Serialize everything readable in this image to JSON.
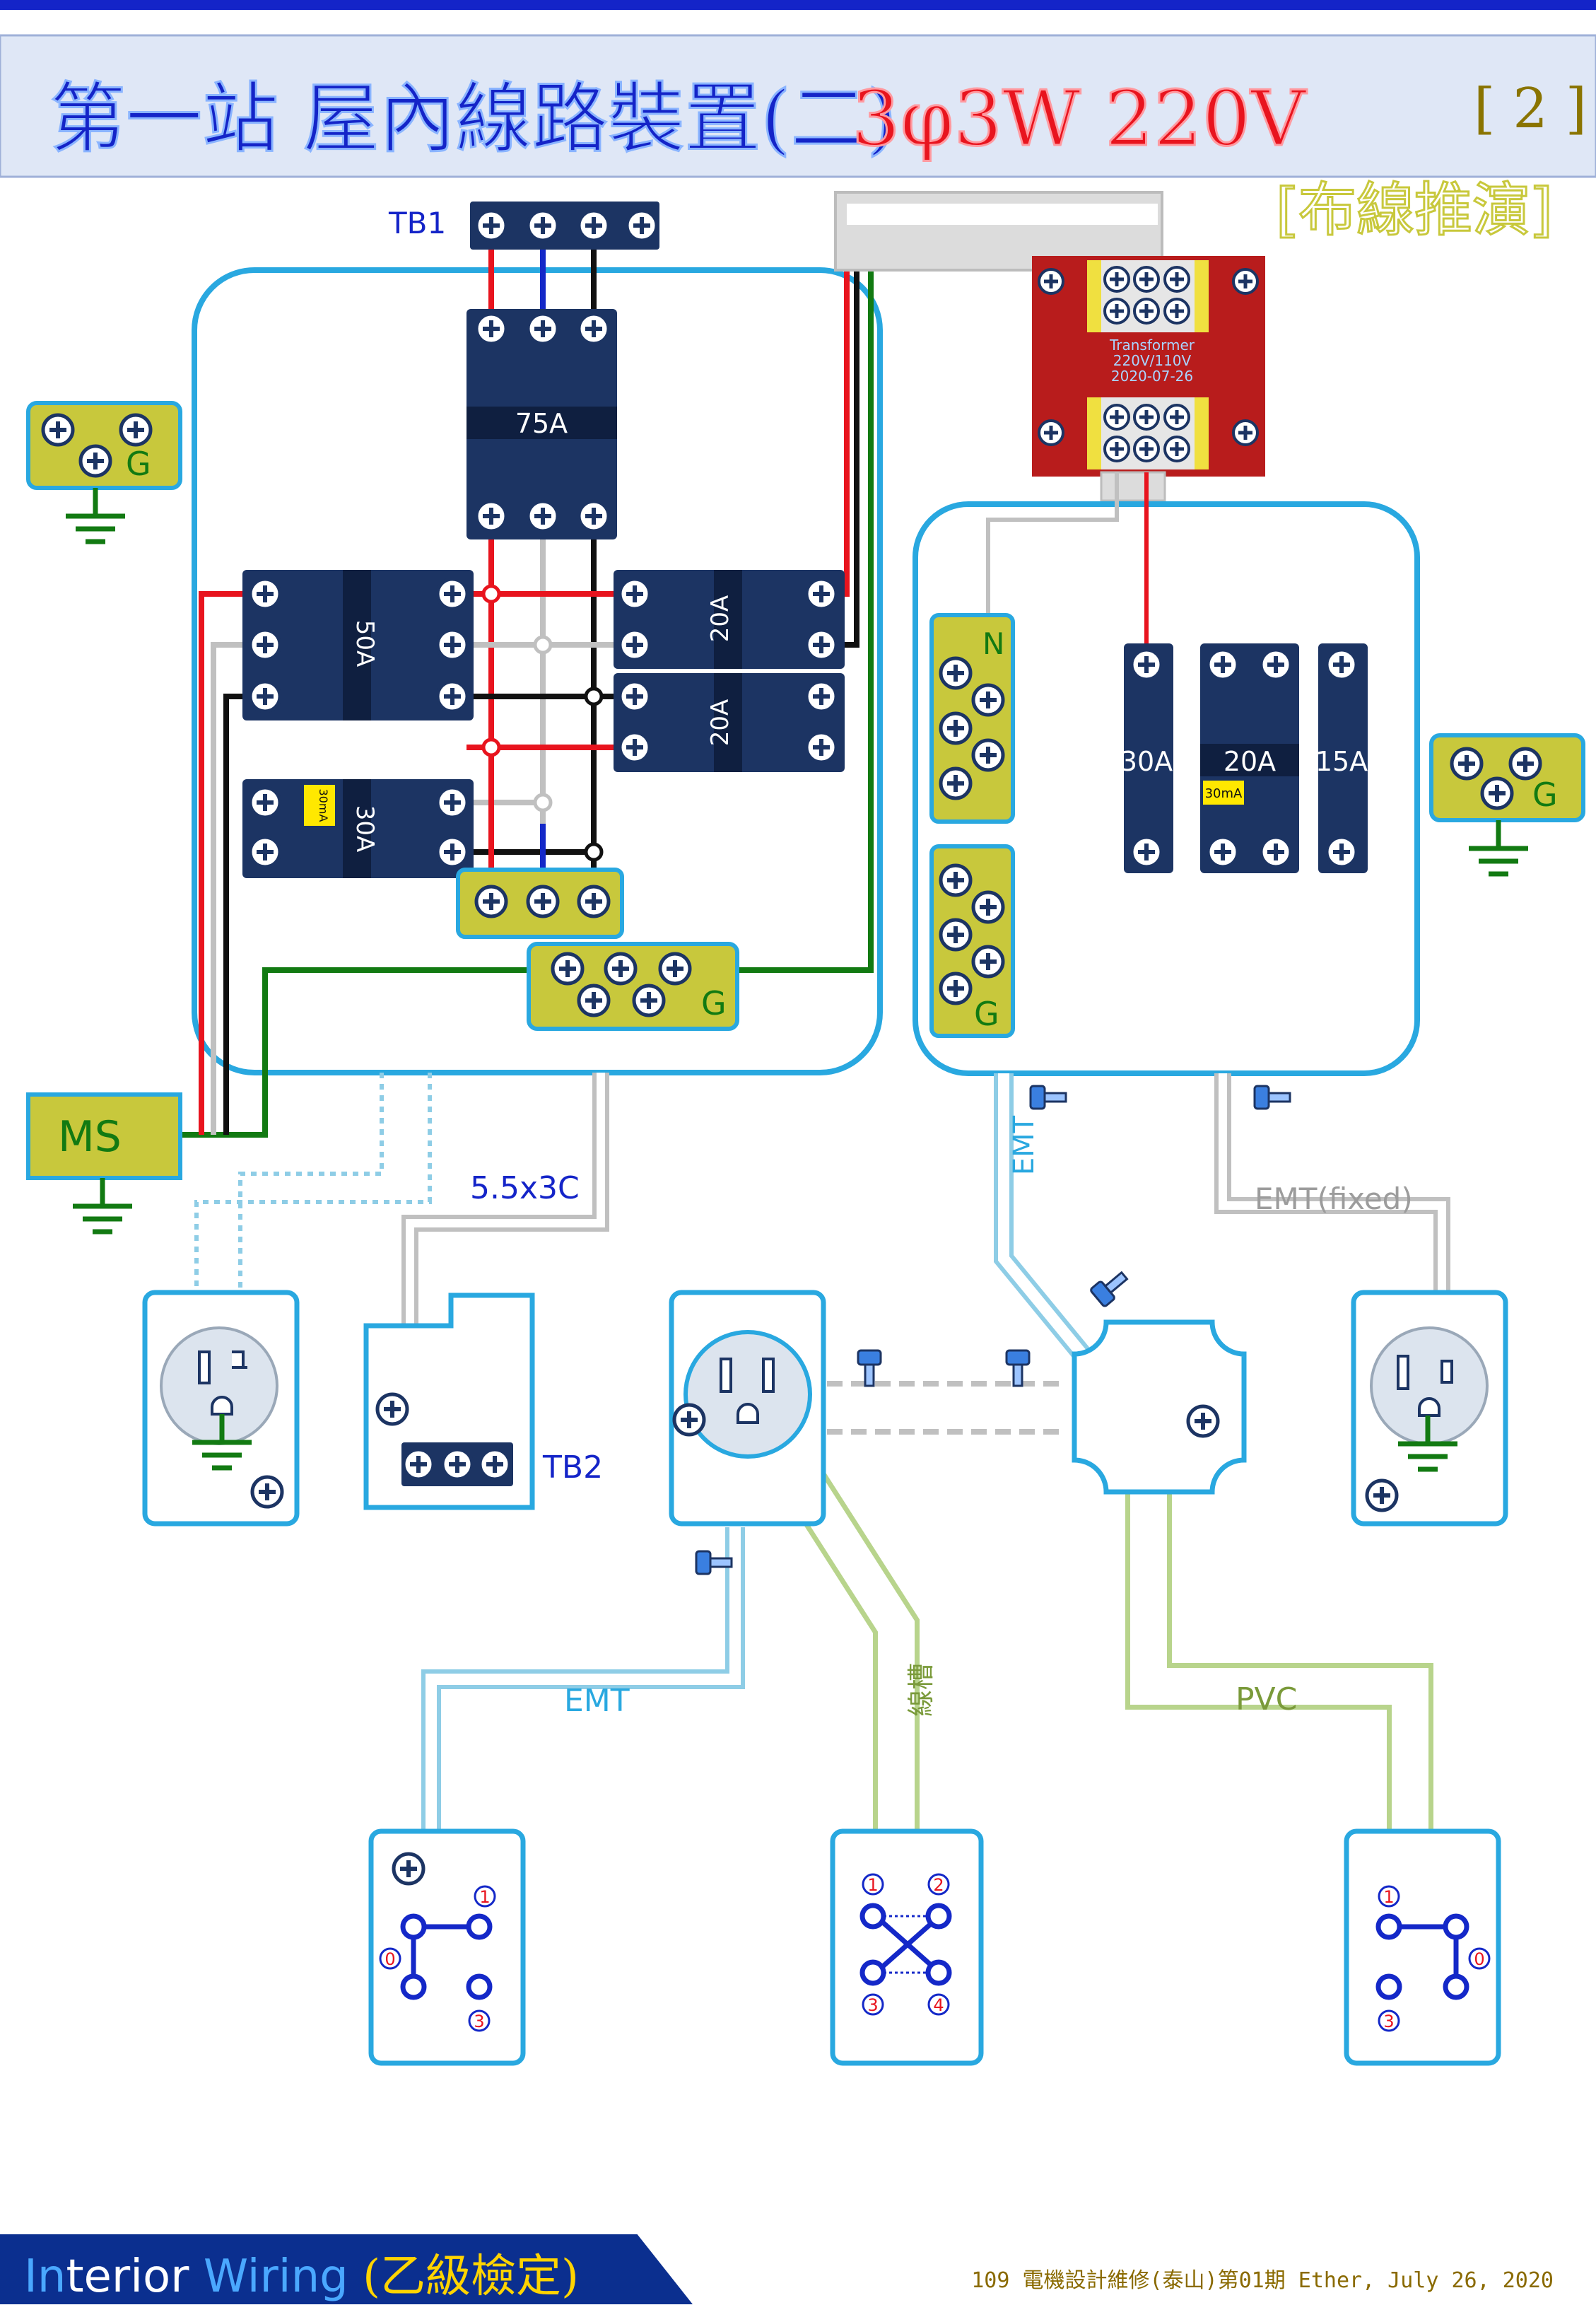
{
  "header": {
    "title_cn": "第一站 屋內線路裝置(二)",
    "title_spec": "3φ3W 220V",
    "page_no": "[ 2 ]",
    "subtitle": "[布線推演]"
  },
  "labels": {
    "tb1": "TB1",
    "tb2": "TB2",
    "main_breaker": "75A",
    "br_50": "50A",
    "br_20a": "20A",
    "br_20b": "20A",
    "br_30": "30A",
    "elcb_tag": "30mA",
    "ground_g": "G",
    "transformer_line1": "Transformer",
    "transformer_line2": "220V/110V",
    "transformer_line3": "2020-07-26",
    "neutral_n": "N",
    "sub_30": "30A",
    "sub_20": "20A",
    "sub_15": "15A",
    "ms": "MS",
    "cable": "5.5x3C",
    "emt_vertical": "EMT",
    "emt_fixed": "EMT(fixed)",
    "emt_bottom": "EMT",
    "trunking": "線槽",
    "pvc": "PVC",
    "sw_left": {
      "t1": "1",
      "t0": "0",
      "t3": "3"
    },
    "sw_mid": {
      "t1": "1",
      "t2": "2",
      "t3": "3",
      "t4": "4"
    },
    "sw_right": {
      "t1": "1",
      "t0": "0",
      "t3": "3"
    }
  },
  "footer": {
    "left_a": "In",
    "left_b": "terior",
    "left_c": " Wiring",
    "left_d": " (乙級檢定)",
    "right": "109 電機設計維修(泰山)第01期 Ether, July 26, 2020"
  },
  "colors": {
    "accent_blue": "#1424c8",
    "panel_border": "#29a8e0",
    "breaker": "#1c3463",
    "ground_block": "#c8c83c",
    "transformer": "#b81c1c",
    "wire_red": "#e8141e",
    "wire_black": "#111111",
    "wire_gray": "#c0c0c0",
    "wire_blue": "#1428c8",
    "wire_green": "#127a12",
    "emt": "#8ecde6",
    "pvc": "#b8d48c"
  }
}
